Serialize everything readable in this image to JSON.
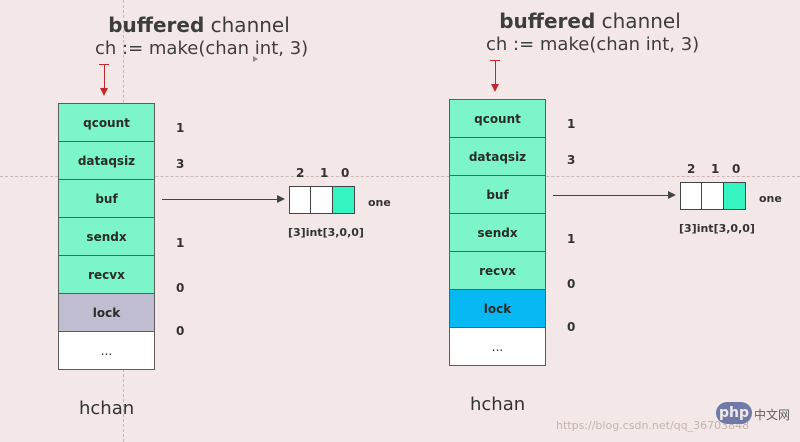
{
  "diagrams": [
    {
      "title_bold": "buffered",
      "title_rest": " channel",
      "code": "ch := make(chan int, 3)",
      "fields": [
        {
          "label": "qcount",
          "value": "1"
        },
        {
          "label": "dataqsiz",
          "value": "3"
        },
        {
          "label": "buf",
          "value": ""
        },
        {
          "label": "sendx",
          "value": "1"
        },
        {
          "label": "recvx",
          "value": "0"
        },
        {
          "label": "lock",
          "value": "0"
        },
        {
          "label": "...",
          "value": ""
        }
      ],
      "struct_name": "hchan",
      "buffer": {
        "indices": [
          "2",
          "1",
          "0"
        ],
        "label": "[3]int[3,0,0]",
        "element_label": "one"
      }
    },
    {
      "title_bold": "buffered",
      "title_rest": " channel",
      "code": "ch := make(chan int, 3)",
      "fields": [
        {
          "label": "qcount",
          "value": "1"
        },
        {
          "label": "dataqsiz",
          "value": "3"
        },
        {
          "label": "buf",
          "value": ""
        },
        {
          "label": "sendx",
          "value": "1"
        },
        {
          "label": "recvx",
          "value": "0"
        },
        {
          "label": "lock",
          "value": "0"
        },
        {
          "label": "...",
          "value": ""
        }
      ],
      "struct_name": "hchan",
      "buffer": {
        "indices": [
          "2",
          "1",
          "0"
        ],
        "label": "[3]int[3,0,0]",
        "element_label": "one"
      }
    }
  ],
  "watermark": {
    "url": "https://blog.csdn.net/qq_36703848",
    "logo": "php",
    "logo_text": "中文网"
  },
  "colors": {
    "background": "#f3e8e7",
    "field": "#7cf6c8",
    "lock_left": "#c0bdd0",
    "lock_right": "#07b9f3",
    "buffer_slot_filled": "#34f5c1",
    "pointer": "#c1272d"
  },
  "icons": {
    "pointer": "red-down-arrow-icon",
    "buffer_link": "right-arrow-icon"
  }
}
